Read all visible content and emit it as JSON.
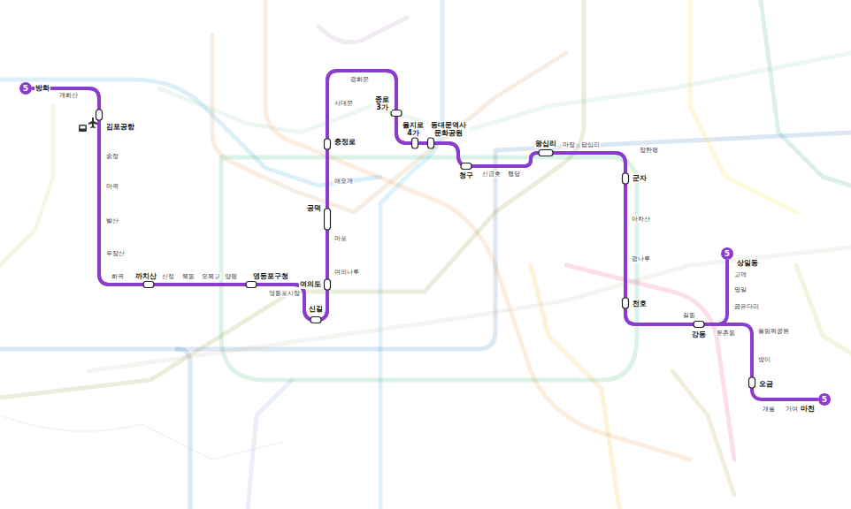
{
  "diagram": {
    "nodes": [
      {
        "text": [
          "5"
        ]
      },
      {
        "text": [
          "5"
        ]
      },
      {
        "text": [
          "5"
        ]
      }
    ],
    "edges": [
      {
        "from": 0,
        "to": 1,
        "arrow": "none"
      },
      {
        "from": 0,
        "to": 2,
        "arrow": "none"
      }
    ],
    "labels": [
      "방화",
      "개화산",
      "김포공항",
      "송정",
      "마곡",
      "발산",
      "우장산",
      "화곡",
      "까치산",
      "신정",
      "목동",
      "오목교",
      "양평",
      "영등포구청",
      "영등포시장",
      "신길",
      "여의도",
      "여의나루",
      "마포",
      "공덕",
      "애오개",
      "충정로",
      "서대문",
      "광화문",
      "종로 3가",
      "을지로 4가",
      "동대문역사 문화공원",
      "청구",
      "신금호",
      "행당",
      "왕십리",
      "마장",
      "답십리",
      "장한평",
      "군자",
      "아차산",
      "광나루",
      "천호",
      "강동",
      "길동",
      "상일동",
      "고덕",
      "명일",
      "굽은다리",
      "둔촌동",
      "올림픽공원",
      "방이",
      "오금",
      "개롱",
      "거여",
      "마천"
    ]
  }
}
